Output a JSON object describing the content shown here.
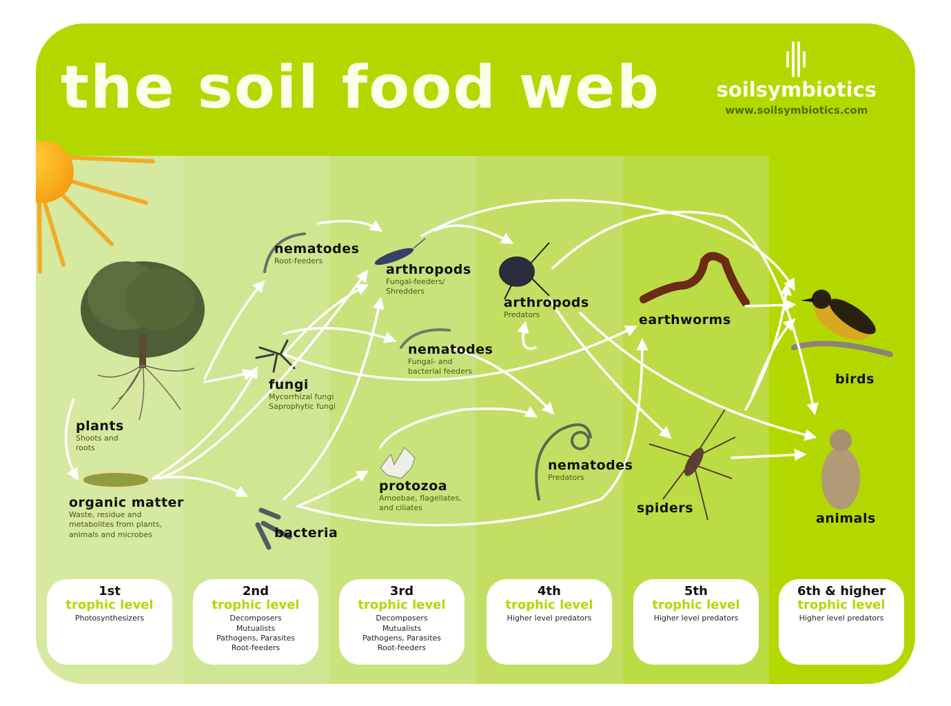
{
  "header": {
    "title": "the soil food web",
    "brand_name": "soilsymbiotics",
    "brand_url": "www.soilsymbiotics.com"
  },
  "colors": {
    "card_green": "#b3d800",
    "col1": "#d5e9a0",
    "col2": "#cfe692",
    "col3": "#c8e27c",
    "col4": "#c2df63",
    "col5": "#bcdc45",
    "col6": "#b3d800",
    "label_text": "#111111",
    "sub_text": "#4a5a10",
    "arrow": "#ffffff"
  },
  "nodes": {
    "plants": {
      "name": "plants",
      "sub": [
        "Shoots and",
        "roots"
      ]
    },
    "organic_matter": {
      "name": "organic matter",
      "sub": [
        "Waste, residue and",
        "metabolites from plants,",
        "animals and microbes"
      ]
    },
    "nematodes_root": {
      "name": "nematodes",
      "sub": [
        "Root-feeders"
      ]
    },
    "fungi": {
      "name": "fungi",
      "sub": [
        "Mycorrhizal fungi",
        "Saprophytic fungi"
      ]
    },
    "bacteria": {
      "name": "bacteria",
      "sub": []
    },
    "arthropods_shredders": {
      "name": "arthropods",
      "sub": [
        "Fungal-feeders/",
        "Shredders"
      ]
    },
    "nematodes_fungal": {
      "name": "nematodes",
      "sub": [
        "Fungal- and",
        "bacterial feeders"
      ]
    },
    "protozoa": {
      "name": "protozoa",
      "sub": [
        "Amoebae, flagellates,",
        "and ciliates"
      ]
    },
    "arthropods_predators": {
      "name": "arthropods",
      "sub": [
        "Predators"
      ]
    },
    "nematodes_predators": {
      "name": "nematodes",
      "sub": [
        "Predators"
      ]
    },
    "earthworms": {
      "name": "earthworms",
      "sub": []
    },
    "spiders": {
      "name": "spiders",
      "sub": []
    },
    "birds": {
      "name": "birds",
      "sub": []
    },
    "animals": {
      "name": "animals",
      "sub": []
    }
  },
  "trophic_levels": [
    {
      "num": "1st",
      "label": "trophic level",
      "desc": [
        "Photosynthesizers"
      ]
    },
    {
      "num": "2nd",
      "label": "trophic level",
      "desc": [
        "Decomposers",
        "Mutualists",
        "Pathogens, Parasites",
        "Root-feeders"
      ]
    },
    {
      "num": "3rd",
      "label": "trophic level",
      "desc": [
        "Decomposers",
        "Mutualists",
        "Pathogens, Parasites",
        "Root-feeders"
      ]
    },
    {
      "num": "4th",
      "label": "trophic level",
      "desc": [
        "Higher level predators"
      ]
    },
    {
      "num": "5th",
      "label": "trophic level",
      "desc": [
        "Higher level predators"
      ]
    },
    {
      "num": "6th & higher",
      "label": "trophic level",
      "desc": [
        "Higher level predators"
      ]
    }
  ],
  "icons": [
    "sun-icon",
    "tree-icon",
    "organic-matter-icon",
    "nematode-icon",
    "fungi-icon",
    "bacteria-icon",
    "arthropod-icon",
    "protozoa-icon",
    "beetle-icon",
    "earthworm-icon",
    "spider-icon",
    "bird-icon",
    "prairie-dog-icon",
    "brand-logo-icon"
  ]
}
